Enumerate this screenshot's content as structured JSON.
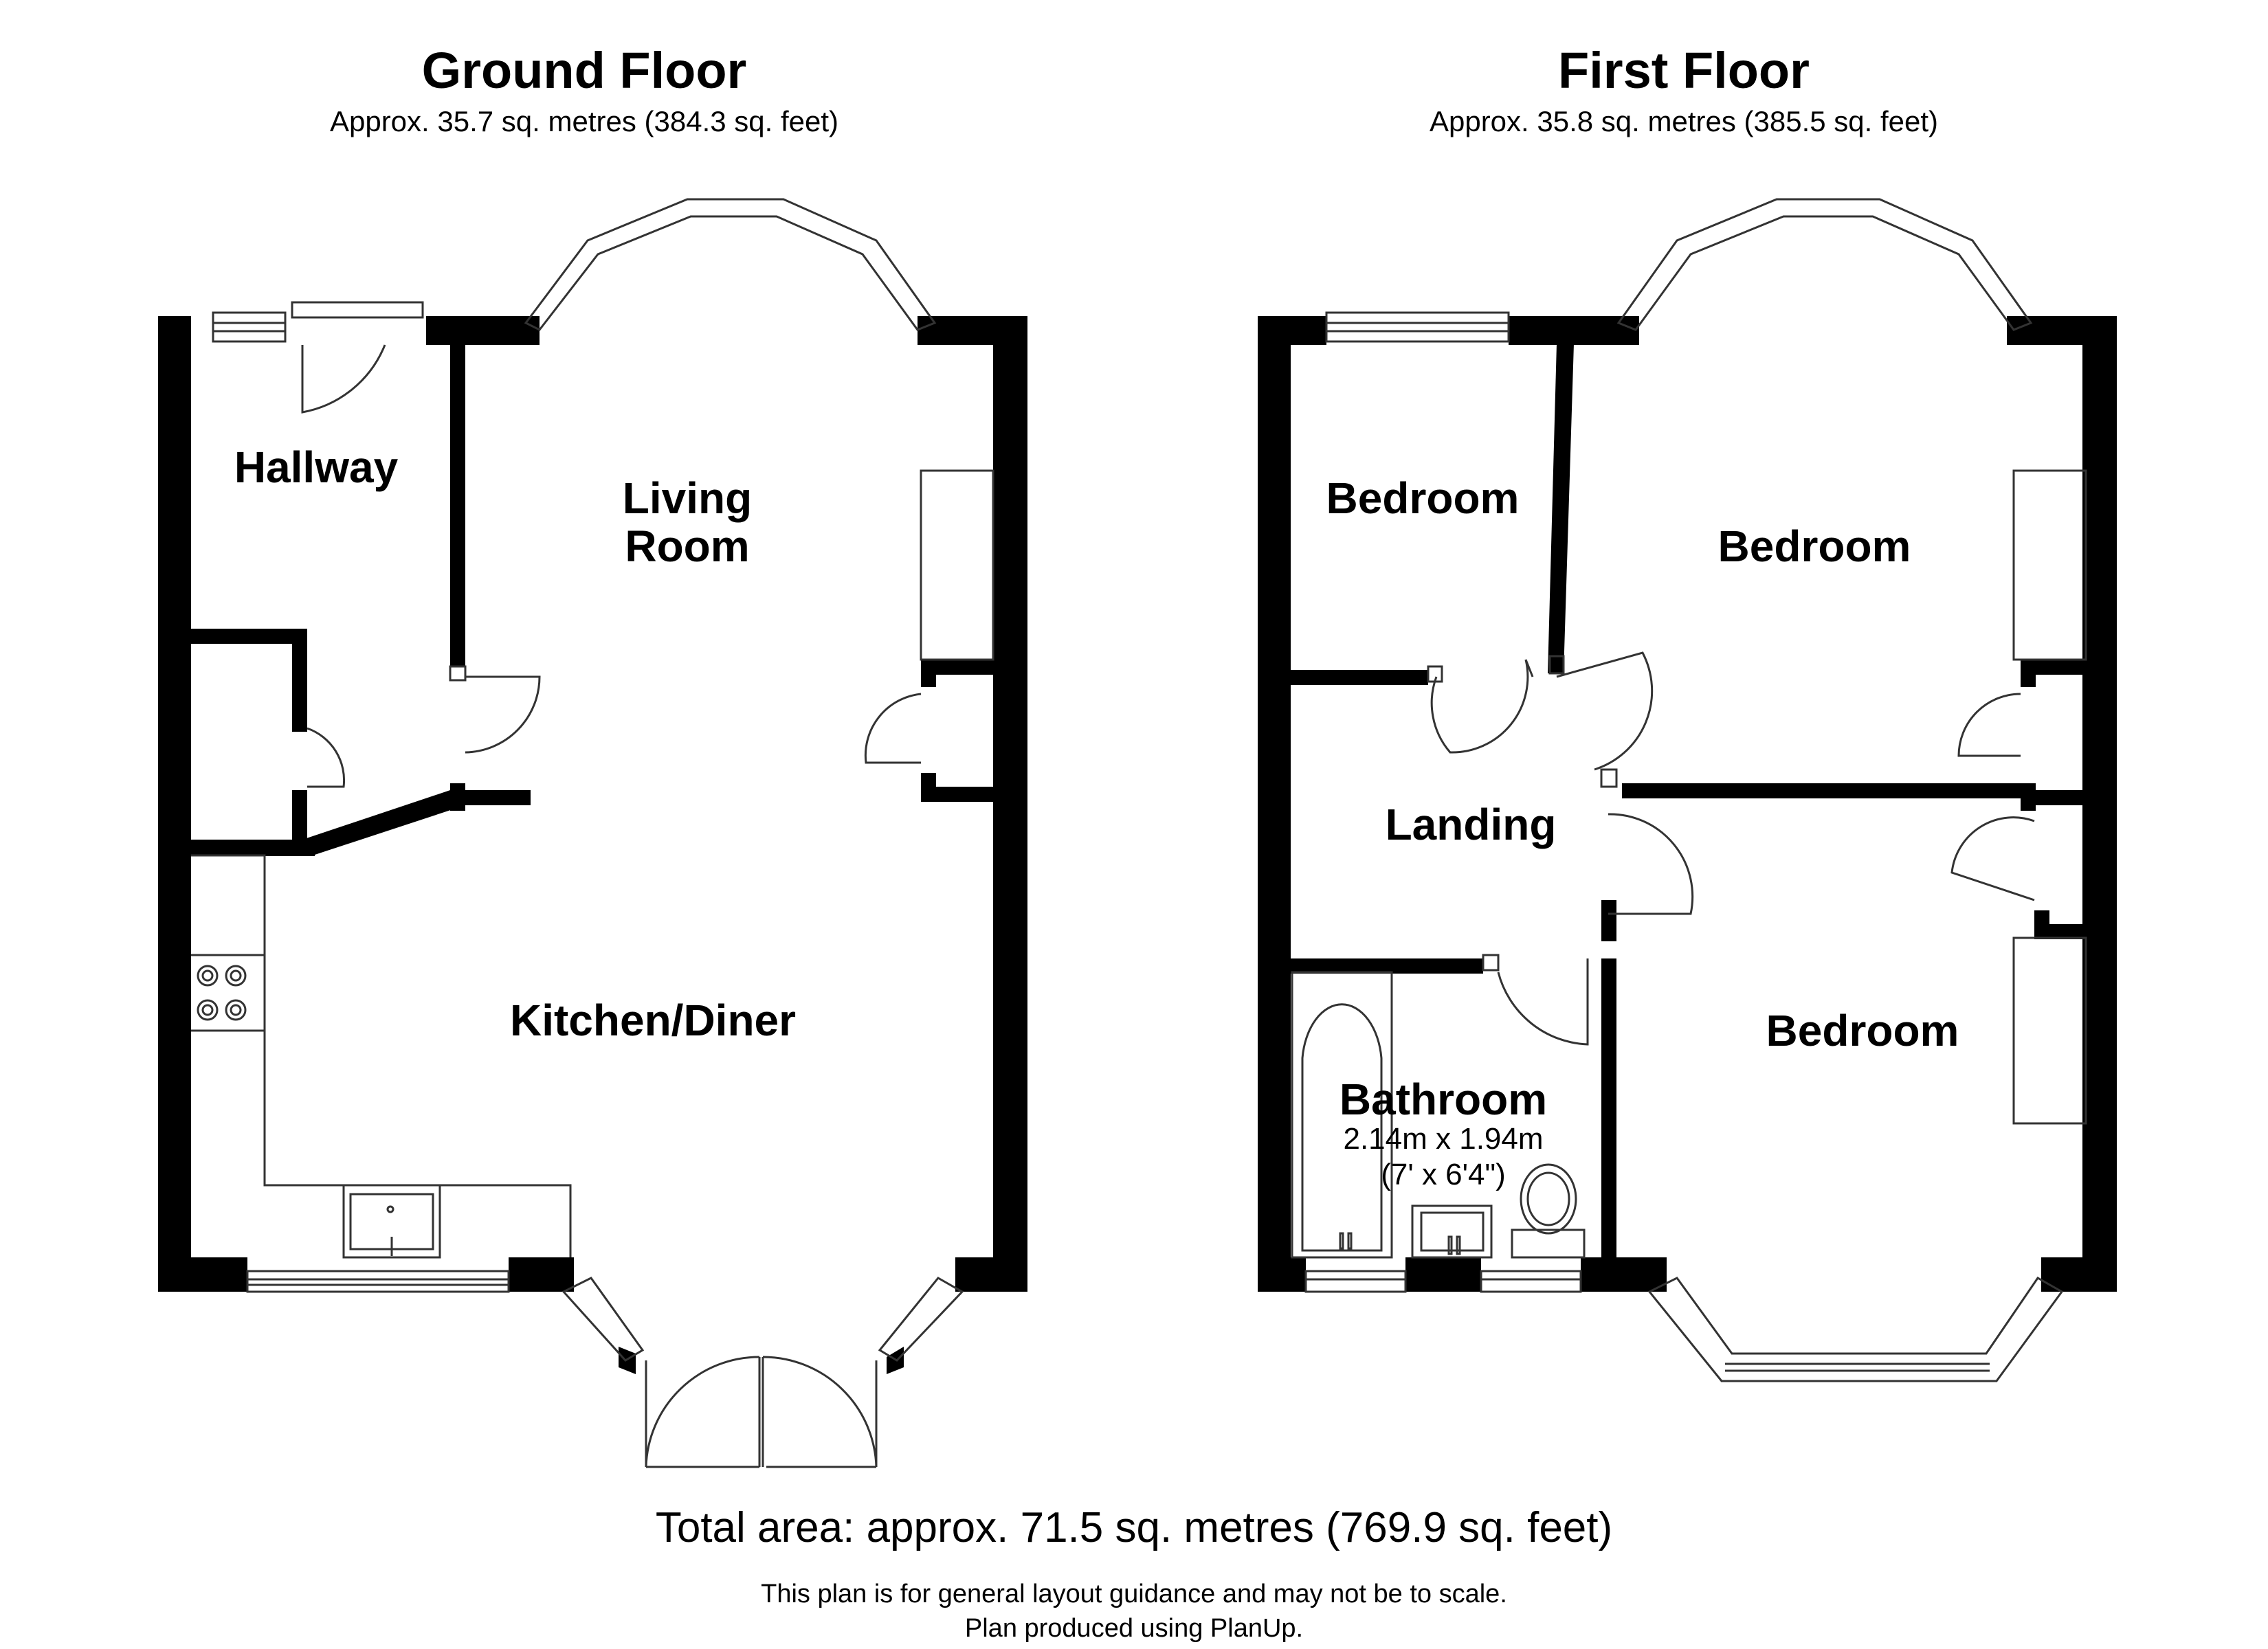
{
  "ground_floor": {
    "title": "Ground Floor",
    "area": "Approx. 35.7 sq. metres (384.3 sq. feet)",
    "rooms": {
      "hallway": "Hallway",
      "living_line1": "Living",
      "living_line2": "Room",
      "kitchen": "Kitchen/Diner"
    }
  },
  "first_floor": {
    "title": "First Floor",
    "area": "Approx. 35.8 sq. metres (385.5 sq. feet)",
    "rooms": {
      "bedroom_small": "Bedroom",
      "bedroom_front": "Bedroom",
      "bedroom_rear": "Bedroom",
      "landing": "Landing",
      "bathroom": "Bathroom",
      "bathroom_dim_metric": "2.14m x 1.94m",
      "bathroom_dim_imperial": "(7' x 6'4\")"
    }
  },
  "footer": {
    "total": "Total area: approx. 71.5 sq. metres (769.9 sq. feet)",
    "disclaimer_line1": "This plan is for general layout guidance and may not be to scale.",
    "disclaimer_line2": "Plan produced using PlanUp."
  },
  "colors": {
    "wall": "#000000",
    "background": "#ffffff",
    "fixture_stroke": "#555555"
  }
}
